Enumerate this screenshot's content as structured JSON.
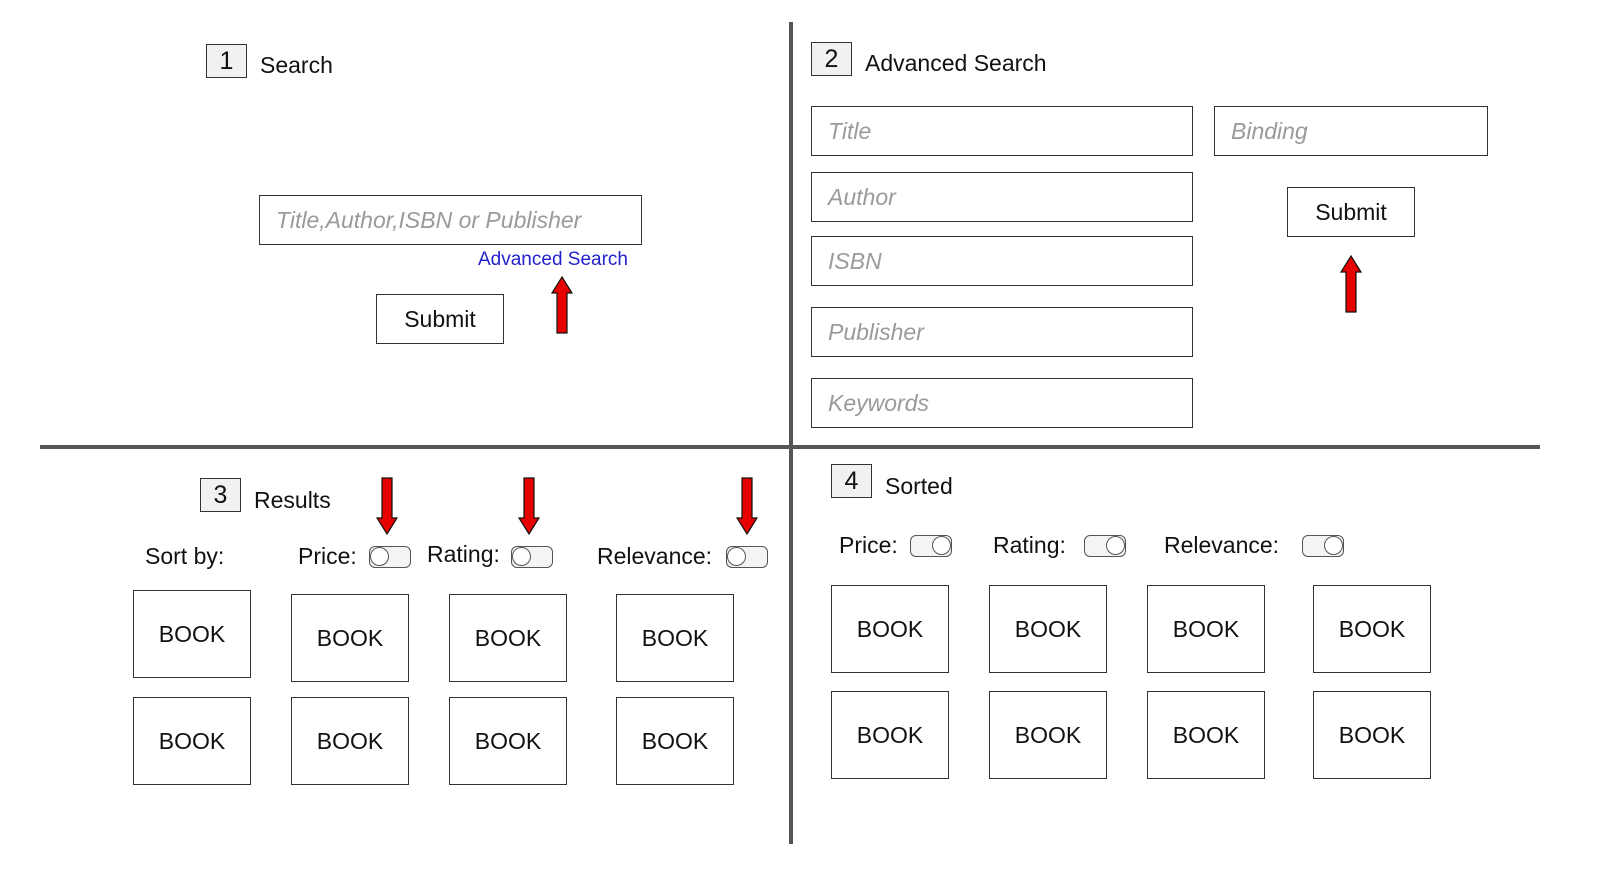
{
  "colors": {
    "arrow": "#e60000",
    "link": "#2222cc",
    "divider": "#555555",
    "placeholder": "#9a9a9a"
  },
  "panel1": {
    "number": "1",
    "title": "Search",
    "search_placeholder": "Title,Author,ISBN or Publisher",
    "advanced_link": "Advanced Search",
    "submit_label": "Submit",
    "arrow_icon": "arrow-up-icon"
  },
  "panel2": {
    "number": "2",
    "title": "Advanced Search",
    "fields": {
      "title": "Title",
      "author": "Author",
      "isbn": "ISBN",
      "publisher": "Publisher",
      "keywords": "Keywords",
      "binding": "Binding"
    },
    "submit_label": "Submit",
    "arrow_icon": "arrow-up-icon"
  },
  "panel3": {
    "number": "3",
    "title": "Results",
    "sort_by": "Sort by:",
    "price": "Price:",
    "rating": "Rating:",
    "relevance": "Relevance:",
    "arrow_icon": "arrow-down-icon",
    "books": [
      "BOOK",
      "BOOK",
      "BOOK",
      "BOOK",
      "BOOK",
      "BOOK",
      "BOOK",
      "BOOK"
    ]
  },
  "panel4": {
    "number": "4",
    "title": "Sorted",
    "price": "Price:",
    "rating": "Rating:",
    "relevance": "Relevance:",
    "books": [
      "BOOK",
      "BOOK",
      "BOOK",
      "BOOK",
      "BOOK",
      "BOOK",
      "BOOK",
      "BOOK"
    ]
  }
}
